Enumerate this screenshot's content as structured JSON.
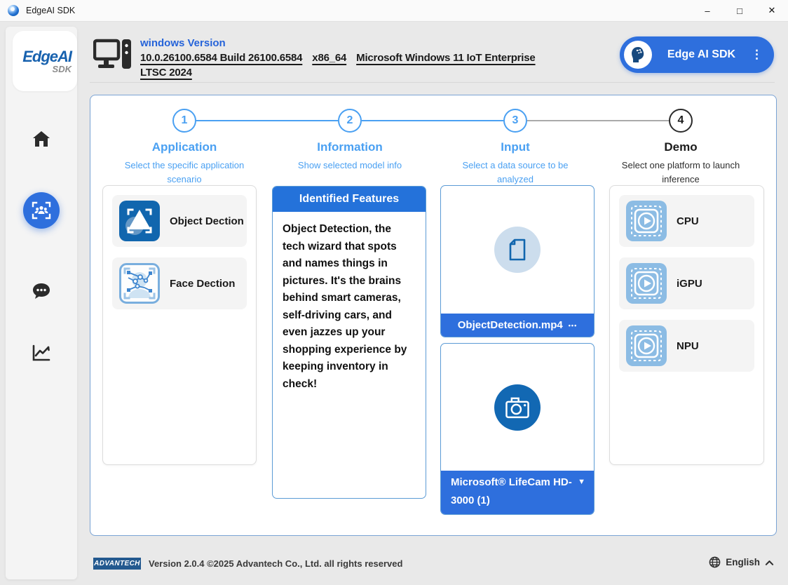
{
  "window": {
    "title": "EdgeAI SDK",
    "controls": {
      "minimize": "–",
      "maximize": "□",
      "close": "✕"
    }
  },
  "sidebar": {
    "logo": {
      "line1": "EdgeAI",
      "line2": "SDK"
    }
  },
  "header": {
    "os_label": "windows Version",
    "build": "10.0.26100.6584 Build 26100.6584",
    "arch": "x86_64",
    "os_name": "Microsoft Windows 11 IoT Enterprise LTSC 2024",
    "profile_button": {
      "label": "Edge AI SDK"
    }
  },
  "stepper": {
    "steps": [
      {
        "number": "1",
        "title": "Application",
        "subtitle": "Select the specific application scenario"
      },
      {
        "number": "2",
        "title": "Information",
        "subtitle": "Show selected model info"
      },
      {
        "number": "3",
        "title": "Input",
        "subtitle": "Select a data source to be analyzed"
      },
      {
        "number": "4",
        "title": "Demo",
        "subtitle": "Select one platform to launch inference"
      }
    ]
  },
  "application_panel": {
    "items": [
      {
        "label": "Object Dection"
      },
      {
        "label": "Face Dection"
      }
    ]
  },
  "information_panel": {
    "header": "Identified Features",
    "body": "Object Detection, the tech wizard that spots and names things in pictures. It's the brains behind smart cameras, self-driving cars, and even jazzes up your shopping experience by keeping inventory in check!"
  },
  "input_panel": {
    "video": {
      "label": "ObjectDetection.mp4"
    },
    "camera": {
      "label": "Microsoft® LifeCam HD-3000 (1)"
    }
  },
  "demo_panel": {
    "platforms": [
      {
        "label": "CPU"
      },
      {
        "label": "iGPU"
      },
      {
        "label": "NPU"
      }
    ]
  },
  "footer": {
    "logo_text": "ADVANTECH",
    "version_text": "Version 2.0.4 ©2025 Advantech Co., Ltd. all rights reserved",
    "language_label": "English"
  },
  "icons": {
    "kebab": "⋮",
    "ellipsis": "•••",
    "dropdown": "▼"
  },
  "colors": {
    "accent_blue": "#2e6fdd",
    "step_blue": "#4aa0f2",
    "link_blue": "#2563d9",
    "panel_border_blue": "#5b9bd5",
    "icon_dark_blue": "#1166ae",
    "chip_blue": "#8cbce4",
    "advantech_navy": "#23598f"
  }
}
